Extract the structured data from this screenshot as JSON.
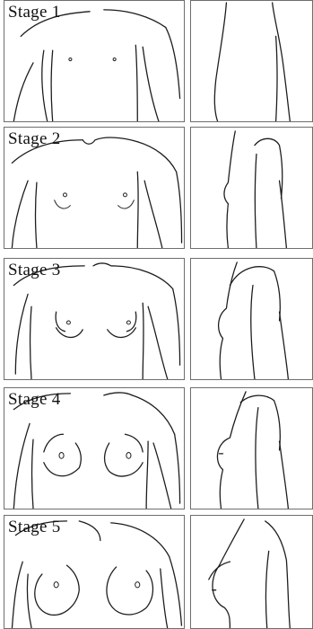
{
  "stages": [
    {
      "label": "Stage 1"
    },
    {
      "label": "Stage 2"
    },
    {
      "label": "Stage 3"
    },
    {
      "label": "Stage 4"
    },
    {
      "label": "Stage 5"
    }
  ]
}
